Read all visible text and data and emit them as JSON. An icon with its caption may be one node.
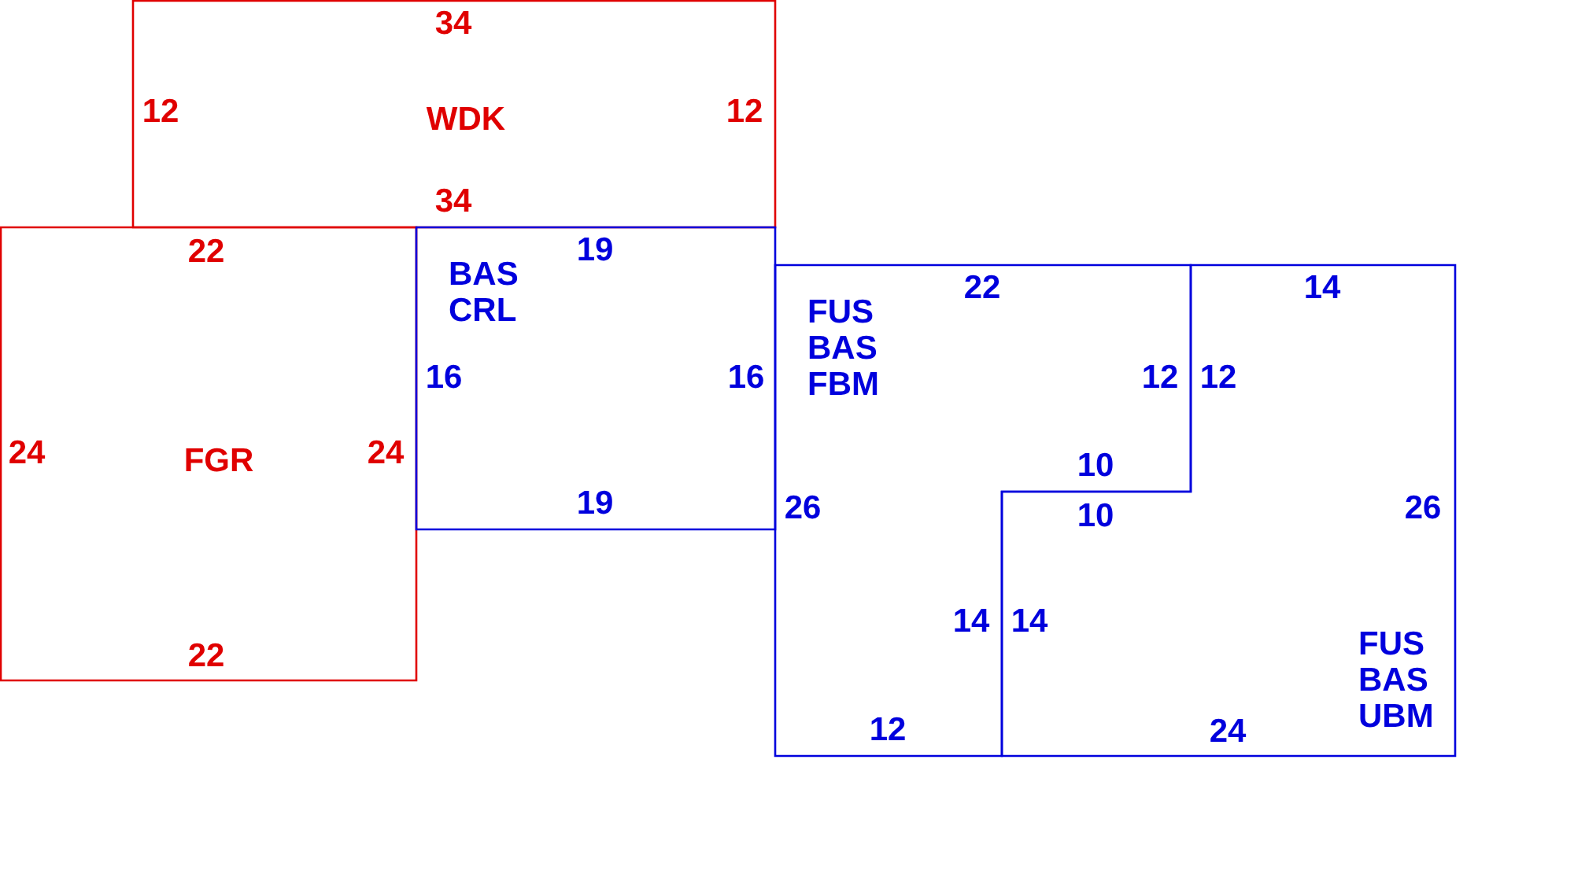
{
  "diagram": {
    "nodes": [
      {
        "text": [
          "WDK",
          "34",
          "12",
          "12",
          "34"
        ]
      },
      {
        "text": [
          "FGR",
          "22",
          "24",
          "24",
          "22"
        ]
      },
      {
        "text": [
          "BAS CRL",
          "19",
          "16",
          "16",
          "19"
        ]
      },
      {
        "text": [
          "FUS BAS FBM",
          "22",
          "12",
          "10",
          "14",
          "12",
          "26"
        ]
      },
      {
        "text": [
          "FUS BAS UBM",
          "14",
          "12",
          "10",
          "14",
          "24",
          "26"
        ]
      }
    ]
  }
}
